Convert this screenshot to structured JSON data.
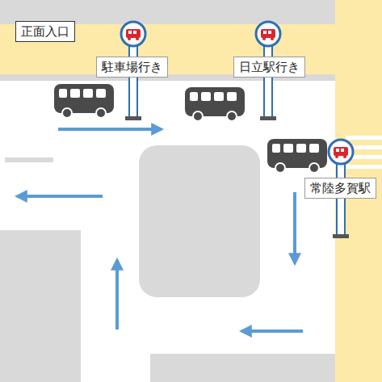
{
  "diagram": {
    "nodes": [
      {
        "text": [
          "正面入口"
        ]
      },
      {
        "text": [
          "駐車場行き"
        ]
      },
      {
        "text": [
          "日立駅行き"
        ]
      },
      {
        "text": [
          "常陸多賀駅"
        ]
      }
    ]
  }
}
